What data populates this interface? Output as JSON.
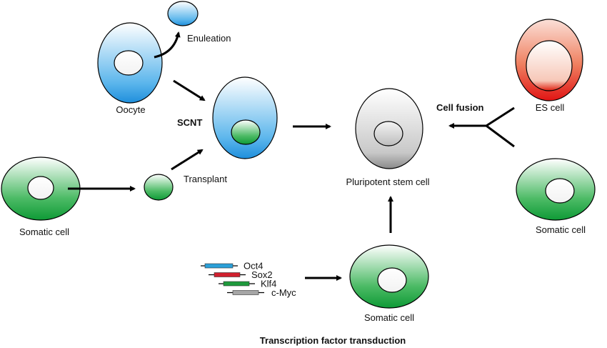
{
  "labels": {
    "enucleation": "Enuleation",
    "oocyte": "Oocyte",
    "scnt": "SCNT",
    "transplant": "Transplant",
    "somatic_left": "Somatic cell",
    "pluripotent": "Pluripotent stem cell",
    "cell_fusion": "Cell fusion",
    "es_cell": "ES cell",
    "somatic_right": "Somatic cell",
    "somatic_bottom": "Somatic cell",
    "transduction": "Transcription factor transduction"
  },
  "factors": [
    {
      "name": "Oct4",
      "color": "#2a9fd8"
    },
    {
      "name": "Sox2",
      "color": "#d0202e"
    },
    {
      "name": "Klf4",
      "color": "#1e9a3c"
    },
    {
      "name": "c-Myc",
      "color": "#a6a6a6"
    }
  ],
  "colors": {
    "oocyte_blue": "#2d97e0",
    "somatic_green": "#17a13f",
    "es_red": "#e01010",
    "stem_gray": "#9a9a9a"
  }
}
